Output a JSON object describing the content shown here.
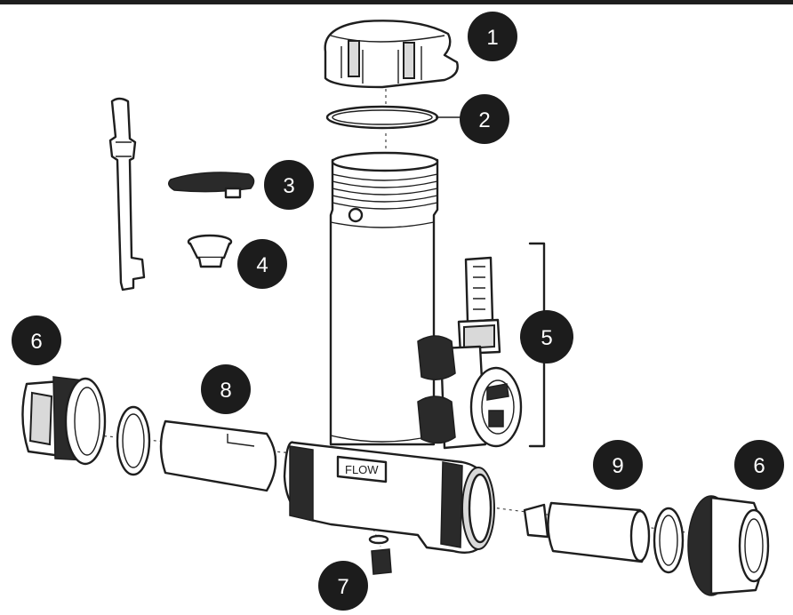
{
  "callouts": [
    {
      "id": "1",
      "label": "1"
    },
    {
      "id": "2",
      "label": "2"
    },
    {
      "id": "3",
      "label": "3"
    },
    {
      "id": "4",
      "label": "4"
    },
    {
      "id": "5",
      "label": "5"
    },
    {
      "id": "6a",
      "label": "6"
    },
    {
      "id": "6b",
      "label": "6"
    },
    {
      "id": "7",
      "label": "7"
    },
    {
      "id": "8",
      "label": "8"
    },
    {
      "id": "9",
      "label": "9"
    }
  ],
  "body_marking": "FLOW",
  "colors": {
    "callout_fill": "#1c1c1c",
    "callout_text": "#ffffff",
    "line": "#1e1e1e",
    "background": "#ffffff"
  }
}
